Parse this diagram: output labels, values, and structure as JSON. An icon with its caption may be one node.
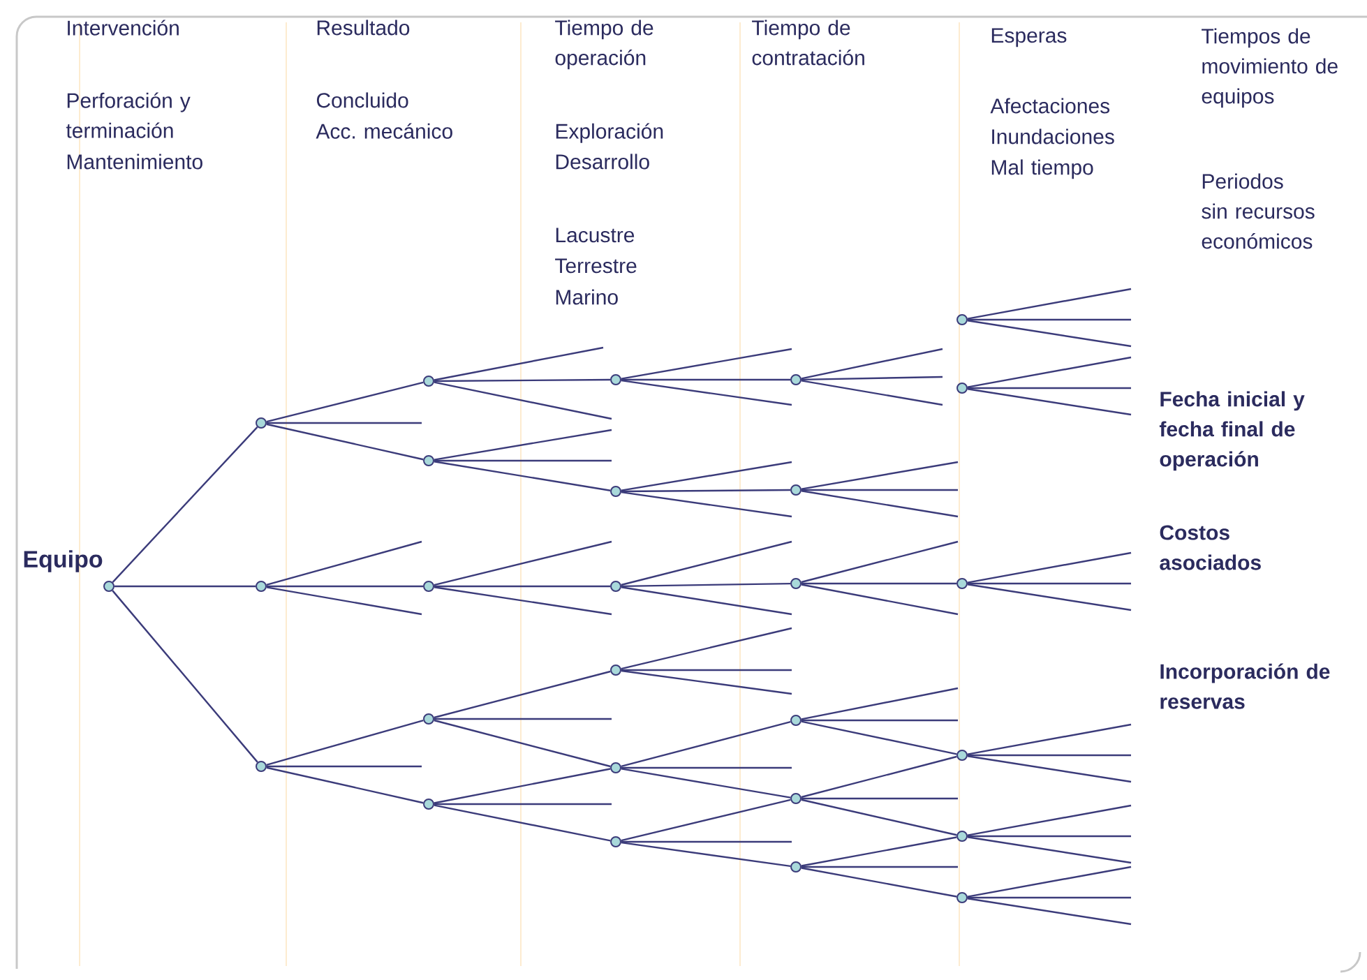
{
  "diagram": {
    "nodes": [
      {
        "text": [],
        "shape": "circle",
        "beside": [
          "Equipo"
        ]
      },
      {
        "text": [],
        "shape": "circle"
      },
      {
        "text": [],
        "shape": "circle"
      },
      {
        "text": [],
        "shape": "circle"
      },
      {
        "text": [],
        "shape": "circle"
      },
      {
        "text": [],
        "shape": "circle"
      },
      {
        "text": [],
        "shape": "circle"
      },
      {
        "text": [],
        "shape": "circle"
      },
      {
        "text": [],
        "shape": "circle"
      },
      {
        "text": [],
        "shape": "circle"
      },
      {
        "text": [],
        "shape": "circle"
      },
      {
        "text": [],
        "shape": "circle"
      },
      {
        "text": [],
        "shape": "circle"
      },
      {
        "text": [],
        "shape": "circle"
      },
      {
        "text": [],
        "shape": "circle"
      },
      {
        "text": [],
        "shape": "circle"
      },
      {
        "text": [],
        "shape": "circle"
      },
      {
        "text": [],
        "shape": "circle"
      },
      {
        "text": [],
        "shape": "circle"
      },
      {
        "text": [],
        "shape": "circle"
      },
      {
        "text": [],
        "shape": "circle"
      },
      {
        "text": [],
        "shape": "circle"
      },
      {
        "text": [],
        "shape": "circle"
      },
      {
        "text": [],
        "shape": "circle"
      },
      {
        "text": [],
        "shape": "circle"
      },
      {
        "text": [],
        "shape": "circle"
      },
      {
        "text": [],
        "shape": "circle"
      }
    ],
    "edges": [
      {
        "from": 0,
        "to": 1,
        "arrow": "none"
      },
      {
        "from": 0,
        "to": 2,
        "arrow": "none"
      },
      {
        "from": 0,
        "to": 3,
        "arrow": "none"
      },
      {
        "from": 1,
        "to": 4,
        "arrow": "none"
      },
      {
        "from": 1,
        "to": null,
        "arrow": "none"
      },
      {
        "from": 1,
        "to": 5,
        "arrow": "none"
      },
      {
        "from": 2,
        "to": null,
        "arrow": "none"
      },
      {
        "from": 2,
        "to": 6,
        "arrow": "none"
      },
      {
        "from": 2,
        "to": null,
        "arrow": "none"
      },
      {
        "from": 3,
        "to": 7,
        "arrow": "none"
      },
      {
        "from": 3,
        "to": null,
        "arrow": "none"
      },
      {
        "from": 3,
        "to": 8,
        "arrow": "none"
      },
      {
        "from": 4,
        "to": null,
        "arrow": "none"
      },
      {
        "from": 4,
        "to": 9,
        "arrow": "none"
      },
      {
        "from": 4,
        "to": null,
        "arrow": "none"
      },
      {
        "from": 5,
        "to": null,
        "arrow": "none"
      },
      {
        "from": 5,
        "to": null,
        "arrow": "none"
      },
      {
        "from": 5,
        "to": 10,
        "arrow": "none"
      },
      {
        "from": 6,
        "to": null,
        "arrow": "none"
      },
      {
        "from": 6,
        "to": 11,
        "arrow": "none"
      },
      {
        "from": 6,
        "to": null,
        "arrow": "none"
      },
      {
        "from": 7,
        "to": 12,
        "arrow": "none"
      },
      {
        "from": 7,
        "to": null,
        "arrow": "none"
      },
      {
        "from": 7,
        "to": 13,
        "arrow": "none"
      },
      {
        "from": 8,
        "to": 13,
        "arrow": "none"
      },
      {
        "from": 8,
        "to": null,
        "arrow": "none"
      },
      {
        "from": 8,
        "to": 14,
        "arrow": "none"
      },
      {
        "from": 9,
        "to": null,
        "arrow": "none"
      },
      {
        "from": 9,
        "to": 15,
        "arrow": "none"
      },
      {
        "from": 9,
        "to": null,
        "arrow": "none"
      },
      {
        "from": 10,
        "to": null,
        "arrow": "none"
      },
      {
        "from": 10,
        "to": 16,
        "arrow": "none"
      },
      {
        "from": 10,
        "to": null,
        "arrow": "none"
      },
      {
        "from": 11,
        "to": null,
        "arrow": "none"
      },
      {
        "from": 11,
        "to": 17,
        "arrow": "none"
      },
      {
        "from": 11,
        "to": null,
        "arrow": "none"
      },
      {
        "from": 12,
        "to": null,
        "arrow": "none"
      },
      {
        "from": 12,
        "to": null,
        "arrow": "none"
      },
      {
        "from": 12,
        "to": null,
        "arrow": "none"
      },
      {
        "from": 13,
        "to": 18,
        "arrow": "none"
      },
      {
        "from": 13,
        "to": null,
        "arrow": "none"
      },
      {
        "from": 13,
        "to": 19,
        "arrow": "none"
      },
      {
        "from": 14,
        "to": 19,
        "arrow": "none"
      },
      {
        "from": 14,
        "to": null,
        "arrow": "none"
      },
      {
        "from": 14,
        "to": 20,
        "arrow": "none"
      },
      {
        "from": 15,
        "to": null,
        "arrow": "none"
      },
      {
        "from": 15,
        "to": null,
        "arrow": "none"
      },
      {
        "from": 15,
        "to": null,
        "arrow": "none"
      },
      {
        "from": 16,
        "to": null,
        "arrow": "none"
      },
      {
        "from": 16,
        "to": null,
        "arrow": "none"
      },
      {
        "from": 16,
        "to": null,
        "arrow": "none"
      },
      {
        "from": 17,
        "to": null,
        "arrow": "none"
      },
      {
        "from": 17,
        "to": 23,
        "arrow": "none"
      },
      {
        "from": 17,
        "to": null,
        "arrow": "none"
      },
      {
        "from": 18,
        "to": null,
        "arrow": "none"
      },
      {
        "from": 18,
        "to": null,
        "arrow": "none"
      },
      {
        "from": 18,
        "to": 24,
        "arrow": "none"
      },
      {
        "from": 19,
        "to": 24,
        "arrow": "none"
      },
      {
        "from": 19,
        "to": null,
        "arrow": "none"
      },
      {
        "from": 19,
        "to": 25,
        "arrow": "none"
      },
      {
        "from": 20,
        "to": 25,
        "arrow": "none"
      },
      {
        "from": 20,
        "to": null,
        "arrow": "none"
      },
      {
        "from": 20,
        "to": 26,
        "arrow": "none"
      },
      {
        "from": 21,
        "to": null,
        "arrow": "none"
      },
      {
        "from": 21,
        "to": null,
        "arrow": "none"
      },
      {
        "from": 21,
        "to": null,
        "arrow": "none"
      },
      {
        "from": 22,
        "to": null,
        "arrow": "none"
      },
      {
        "from": 22,
        "to": null,
        "arrow": "none"
      },
      {
        "from": 22,
        "to": null,
        "arrow": "none"
      },
      {
        "from": 23,
        "to": null,
        "arrow": "none"
      },
      {
        "from": 23,
        "to": null,
        "arrow": "none"
      },
      {
        "from": 23,
        "to": null,
        "arrow": "none"
      },
      {
        "from": 24,
        "to": null,
        "arrow": "none"
      },
      {
        "from": 24,
        "to": null,
        "arrow": "none"
      },
      {
        "from": 24,
        "to": null,
        "arrow": "none"
      },
      {
        "from": 25,
        "to": null,
        "arrow": "none"
      },
      {
        "from": 25,
        "to": null,
        "arrow": "none"
      },
      {
        "from": 25,
        "to": null,
        "arrow": "none"
      },
      {
        "from": 26,
        "to": null,
        "arrow": "none"
      },
      {
        "from": 26,
        "to": null,
        "arrow": "none"
      },
      {
        "from": 26,
        "to": null,
        "arrow": "none"
      }
    ],
    "labels": [
      "Intervención",
      "Perforación y terminación",
      "Mantenimiento",
      "Resultado",
      "Concluido",
      "Acc. mecánico",
      "Tiempo de operación",
      "Exploración",
      "Desarrollo",
      "Lacustre",
      "Terrestre",
      "Marino",
      "Tiempo de contratación",
      "Esperas",
      "Afectaciones",
      "Inundaciones",
      "Mal tiempo",
      "Tiempos de movimiento de equipos",
      "Periodos sin recursos económicos",
      "Fecha inicial y fecha final de operación",
      "Costos asociados",
      "Incorporación de reservas"
    ]
  }
}
